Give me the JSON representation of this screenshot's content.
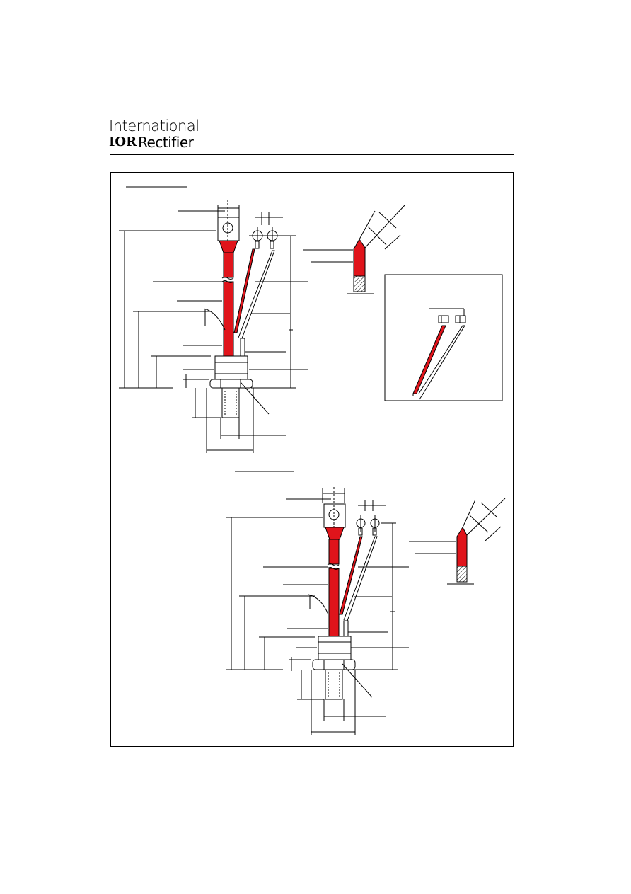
{
  "header": {
    "brand_line1": "International",
    "brand_logo_letters": "IOR",
    "brand_line2": "Rectifier"
  },
  "colors": {
    "accent_red": "#e0141b",
    "line": "#000000"
  },
  "drawings": {
    "insets": 3,
    "outlines": 2
  }
}
